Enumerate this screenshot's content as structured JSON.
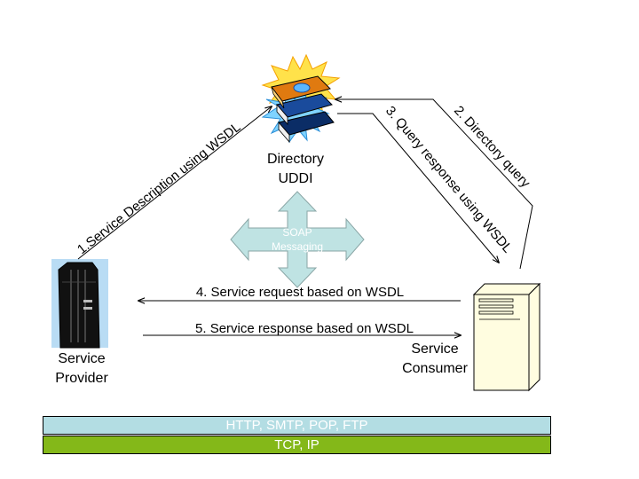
{
  "directory": {
    "line1": "Directory",
    "line2": "UDDI"
  },
  "provider": {
    "line1": "Service",
    "line2": "Provider"
  },
  "consumer": {
    "line1": "Service",
    "line2": "Consumer"
  },
  "soap": {
    "line1": "SOAP",
    "line2": "Messaging"
  },
  "arrows": {
    "a1": "1.Service Description using WSDL",
    "a2": "2. Directory query",
    "a3": "3. Query response using WSDL",
    "a4": "4. Service request based on WSDL",
    "a5": "5. Service response based on WSDL"
  },
  "stack": {
    "top": "HTTP, SMTP, POP, FTP",
    "bottom": "TCP, IP"
  },
  "colors": {
    "top_bar": "#b3dde3",
    "bottom_bar": "#84b819",
    "soap_arrow": "#bfe3e3",
    "server_tower": "#fffde0"
  }
}
